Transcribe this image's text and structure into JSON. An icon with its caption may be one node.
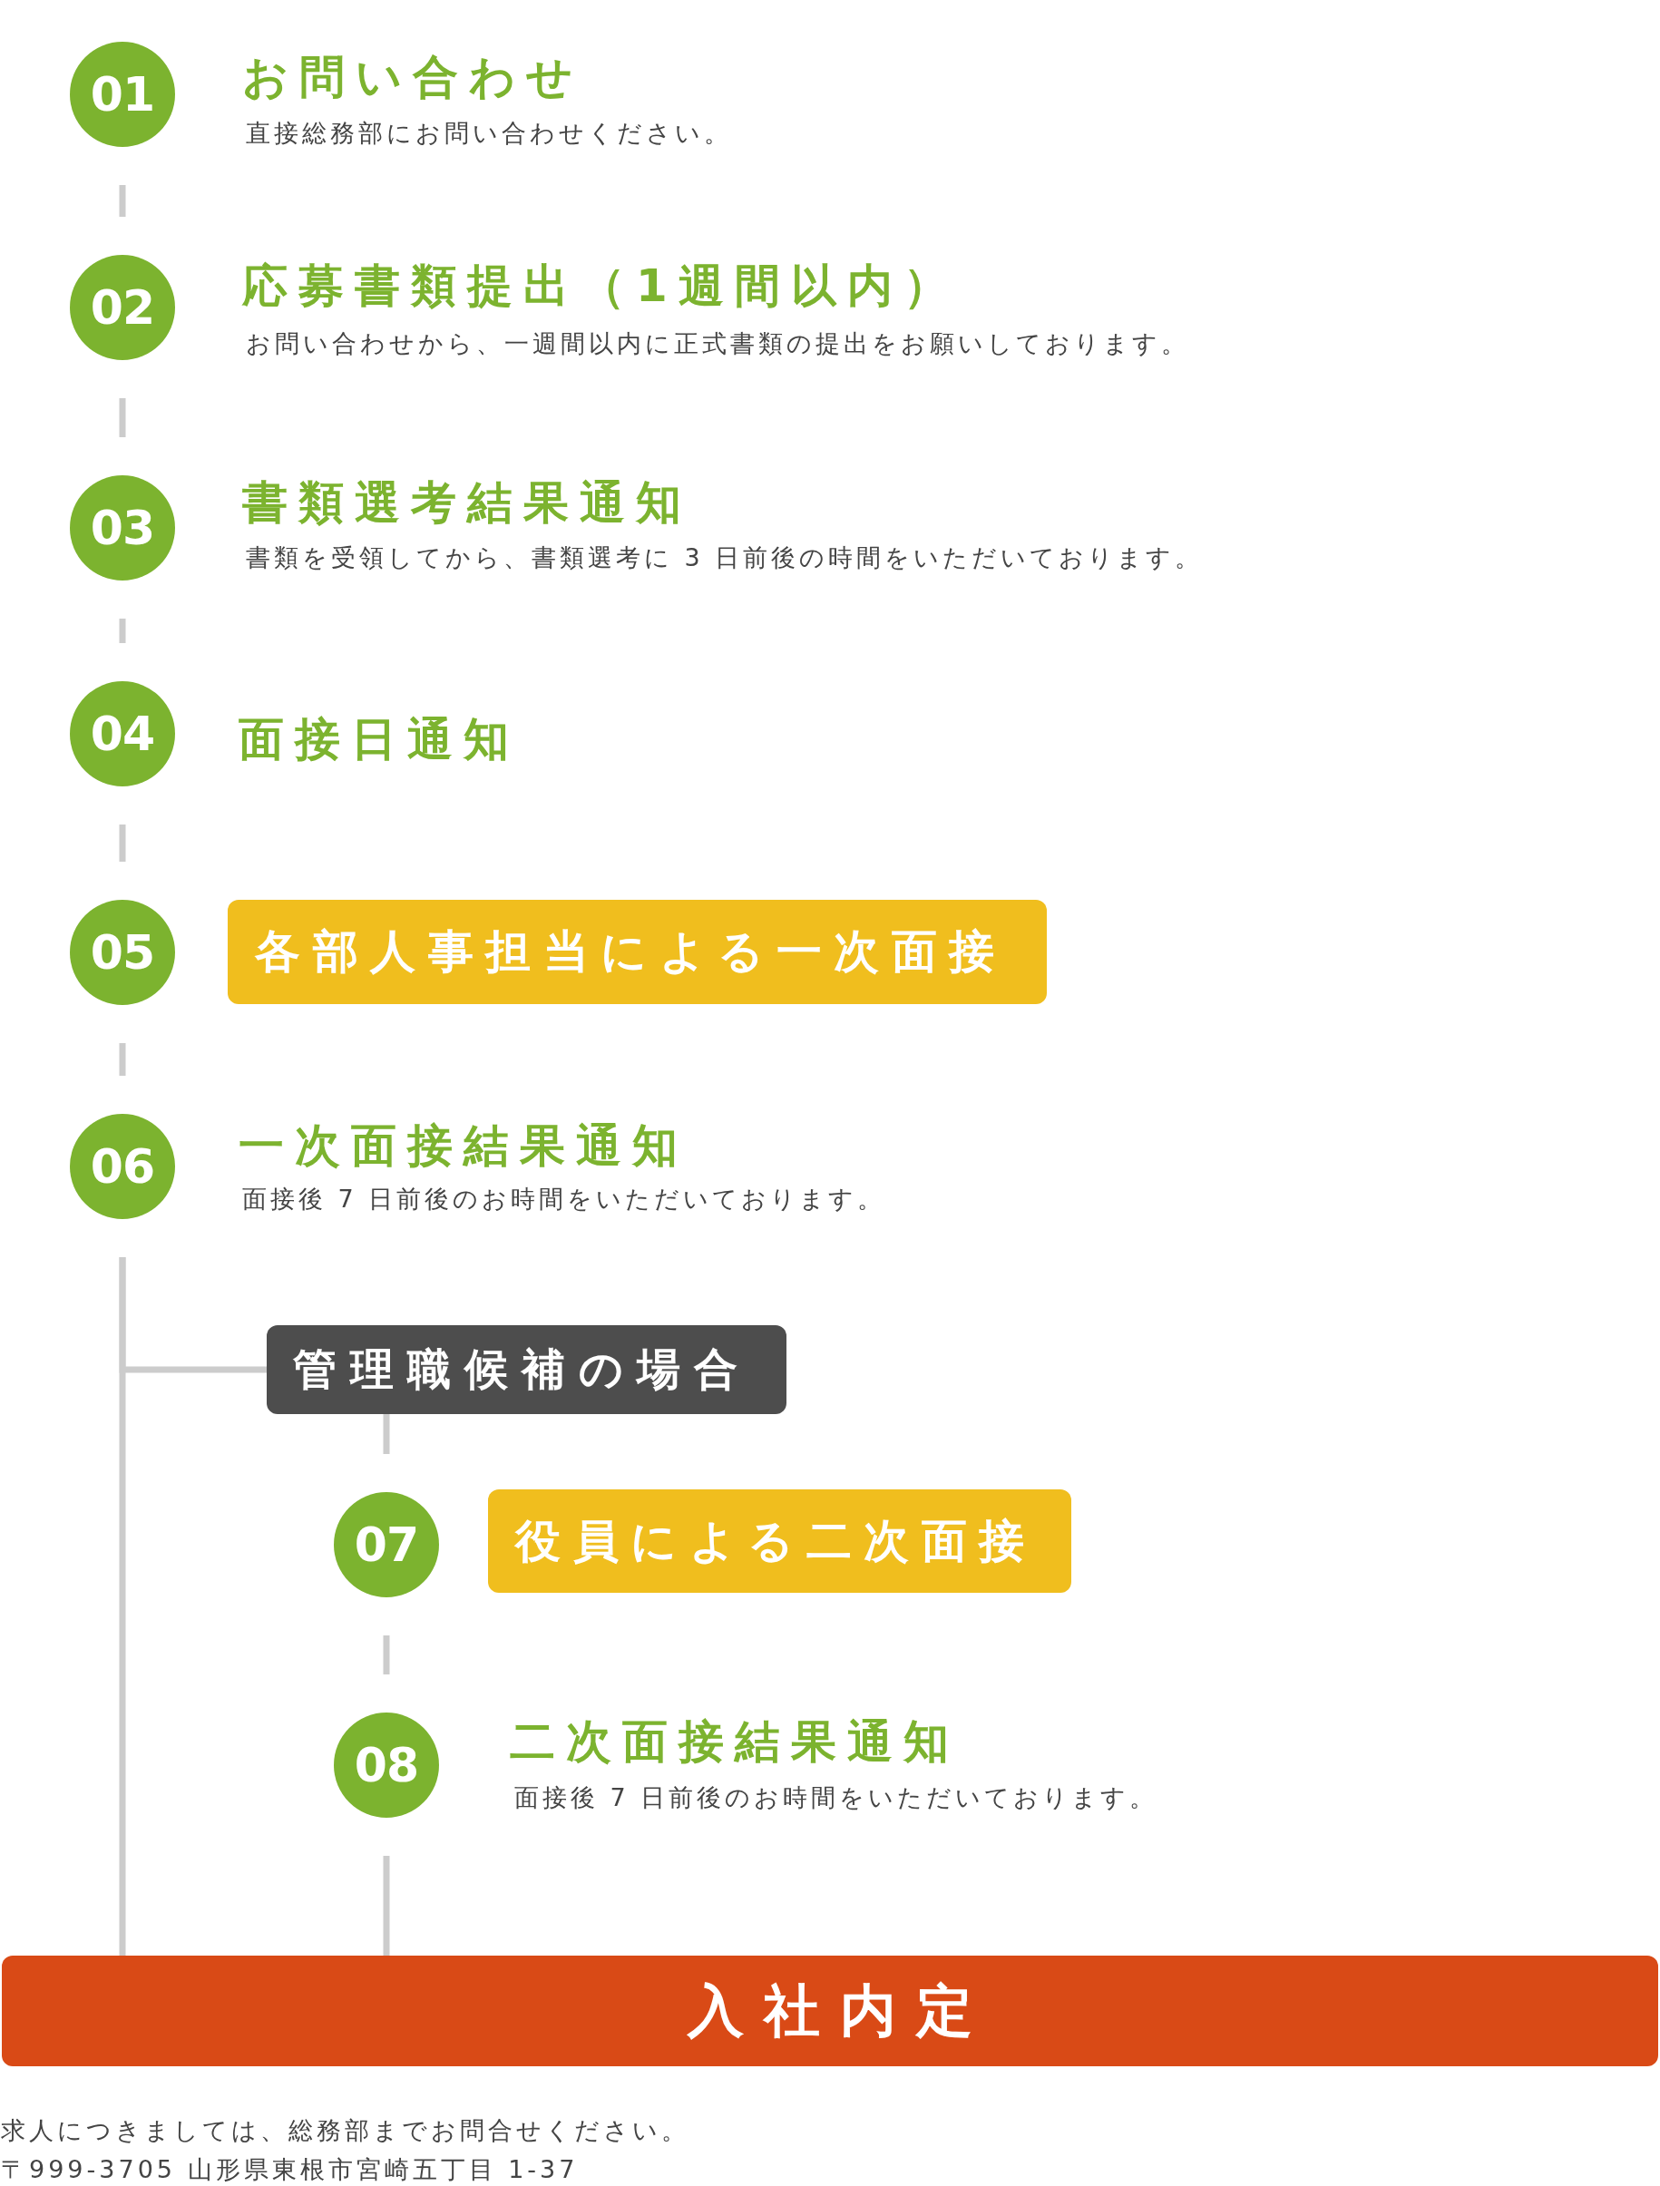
{
  "diagram": {
    "nodes": [
      {
        "text": [
          "01"
        ],
        "beside": [
          "お問い合わせ",
          "直接総務部にお問い合わせください。"
        ]
      },
      {
        "text": [
          "02"
        ],
        "beside": [
          "応募書類提出（1週間以内）",
          "お問い合わせから、一週間以内に正式書類の提出をお願いしております。"
        ]
      },
      {
        "text": [
          "03"
        ],
        "beside": [
          "書類選考結果通知",
          "書類を受領してから、書類選考に 3 日前後の時間をいただいております。"
        ]
      },
      {
        "text": [
          "04"
        ],
        "beside": [
          "面接日通知"
        ]
      },
      {
        "text": [
          "05"
        ]
      },
      {
        "text": [
          "各部人事担当による一次面接"
        ]
      },
      {
        "text": [
          "06"
        ],
        "beside": [
          "一次面接結果通知",
          "面接後 7 日前後のお時間をいただいております。"
        ]
      },
      {
        "text": [
          "管理職候補の場合"
        ]
      },
      {
        "text": [
          "07"
        ]
      },
      {
        "text": [
          "役員による二次面接"
        ]
      },
      {
        "text": [
          "08"
        ],
        "beside": [
          "二次面接結果通知",
          "面接後 7 日前後のお時間をいただいております。"
        ]
      },
      {
        "text": [
          "入社内定"
        ]
      }
    ],
    "edges": [
      {
        "from": 0,
        "to": 1,
        "arrow": "none"
      },
      {
        "from": 1,
        "to": 2,
        "arrow": "none"
      },
      {
        "from": 2,
        "to": 3,
        "arrow": "none"
      },
      {
        "from": 3,
        "to": 4,
        "arrow": "none"
      },
      {
        "from": 4,
        "to": 6,
        "arrow": "none"
      },
      {
        "from": 6,
        "to": 11,
        "arrow": "none"
      },
      {
        "from": 6,
        "to": 7,
        "arrow": "none"
      },
      {
        "from": 7,
        "to": 8,
        "arrow": "none"
      },
      {
        "from": 8,
        "to": 10,
        "arrow": "none"
      },
      {
        "from": 10,
        "to": 11,
        "arrow": "none"
      }
    ],
    "labels": [
      "求人につきましては、総務部までお問合せください。",
      "〒999-3705 山形県東根市宮崎五丁目 1-37"
    ]
  }
}
